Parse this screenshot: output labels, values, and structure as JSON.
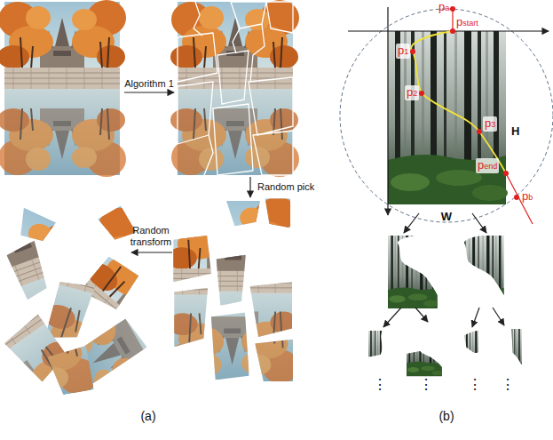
{
  "diagram": {
    "labels": [
      "Algorithm 1",
      "Random pick",
      "Random transform",
      "(a)",
      "pa",
      "pstart",
      "p1",
      "p2",
      "p3",
      "H",
      "pend",
      "pb",
      "W",
      "⋮",
      "⋮",
      "⋮",
      "⋮",
      "(b)"
    ]
  }
}
